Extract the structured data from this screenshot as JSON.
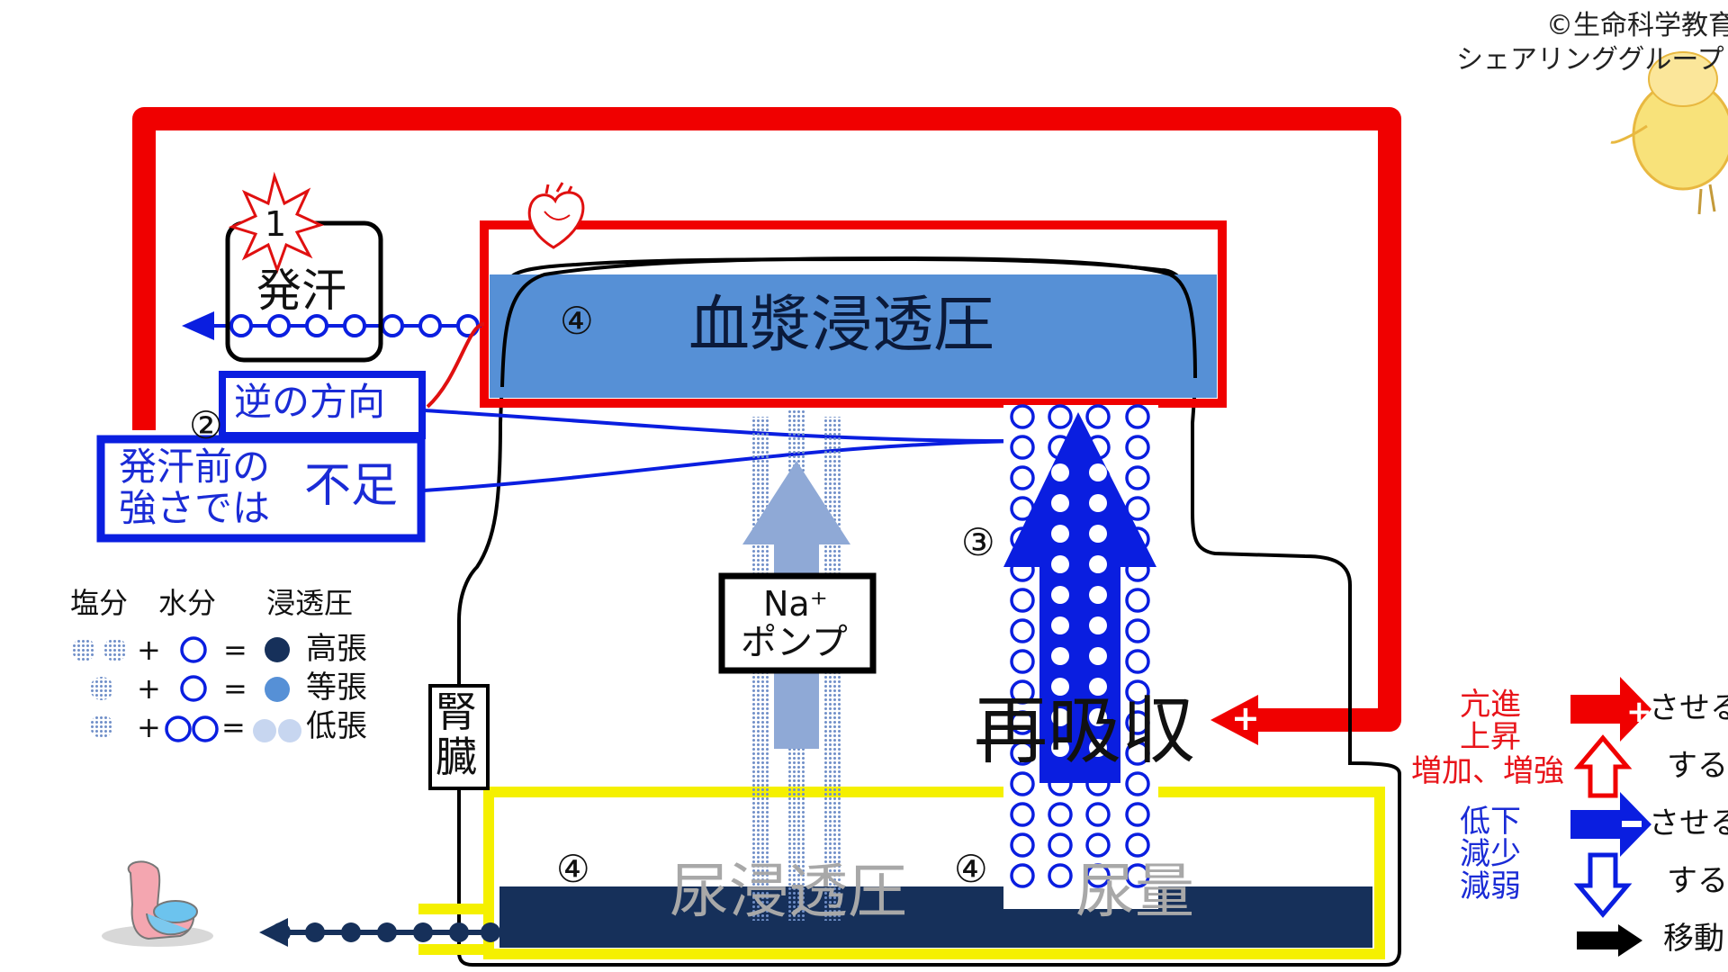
{
  "copyright": {
    "line1": "©生命科学教育",
    "line2": "シェアリンググループ"
  },
  "labels": {
    "step1_number": "1",
    "sweat": "発汗",
    "step2_number": "②",
    "reverse_direction": "逆の方向",
    "before_sweat_strength_1": "発汗前の",
    "before_sweat_strength_2": "強さでは",
    "insufficient": "不足",
    "step3_number": "③",
    "step4_number": "④",
    "plasma_osmotic_pressure": "血漿浸透圧",
    "na_pump_1": "Na⁺",
    "na_pump_2": "ポンプ",
    "reabsorption": "再吸収",
    "kidney_1": "腎",
    "kidney_2": "臓",
    "urine_osmotic_pressure": "尿浸透圧",
    "urine_volume": "尿量",
    "plus_sign": "+"
  },
  "legend": {
    "header_salt": "塩分",
    "header_water": "水分",
    "header_osmotic": "浸透圧",
    "rows": [
      {
        "plus": "+",
        "equals": "=",
        "result": "高張"
      },
      {
        "plus": "+",
        "equals": "=",
        "result": "等張"
      },
      {
        "plus": "+",
        "equals": "=",
        "result": "低張"
      }
    ]
  },
  "key": {
    "red_up_1": "亢進",
    "red_up_2": "上昇",
    "red_up_3": "増加、増強",
    "makes_red": "させる",
    "does_red": "する",
    "blue_down_1": "低下",
    "blue_down_2": "減少",
    "blue_down_3": "減弱",
    "makes_blue": "させる",
    "does_blue": "する",
    "move": "移動"
  },
  "colors": {
    "red": "#f00000",
    "blue": "#0a1ee0",
    "plasma_fill": "#5690d6",
    "urine_fill": "#16305a",
    "yellow": "#f5f000",
    "pump_dots": "#8fa9d6"
  }
}
